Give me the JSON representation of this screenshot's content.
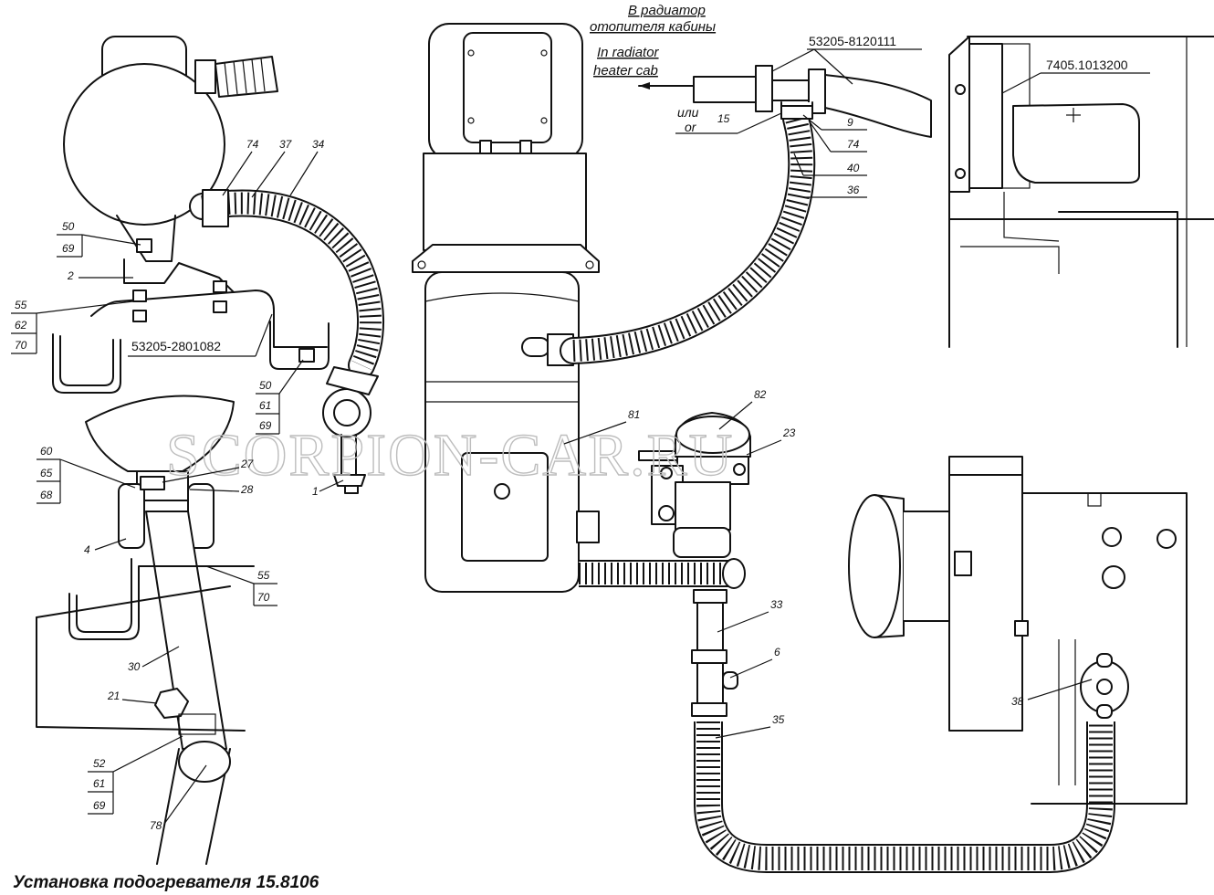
{
  "watermark": "SCORPION-CAR.RU",
  "caption": "Установка подогревателя 15.8106",
  "notes": {
    "ru_line1": "В радиатор",
    "ru_line2": "отопителя кабины",
    "en_line1": "In radiator",
    "en_line2": "heater cab",
    "ili": "или",
    "or": "or"
  },
  "part_numbers": {
    "clamp_valve": "53205-8120111",
    "pump": "7405.1013200",
    "bracket": "53205-2801082"
  },
  "callouts": {
    "c74a": "74",
    "c37": "37",
    "c34": "34",
    "c50a": "50",
    "c69a": "69",
    "c2": "2",
    "c55a": "55",
    "c62": "62",
    "c70a": "70",
    "c50b": "50",
    "c61a": "61",
    "c69b": "69",
    "c1": "1",
    "c60": "60",
    "c65": "65",
    "c68": "68",
    "c27": "27",
    "c28": "28",
    "c4": "4",
    "c55b": "55",
    "c70b": "70",
    "c30": "30",
    "c21": "21",
    "c52": "52",
    "c61b": "61",
    "c69c": "69",
    "c78": "78",
    "c15": "15",
    "c9": "9",
    "c74b": "74",
    "c40": "40",
    "c36": "36",
    "c81": "81",
    "c82": "82",
    "c23": "23",
    "c33": "33",
    "c6": "6",
    "c35": "35",
    "c38": "38"
  }
}
